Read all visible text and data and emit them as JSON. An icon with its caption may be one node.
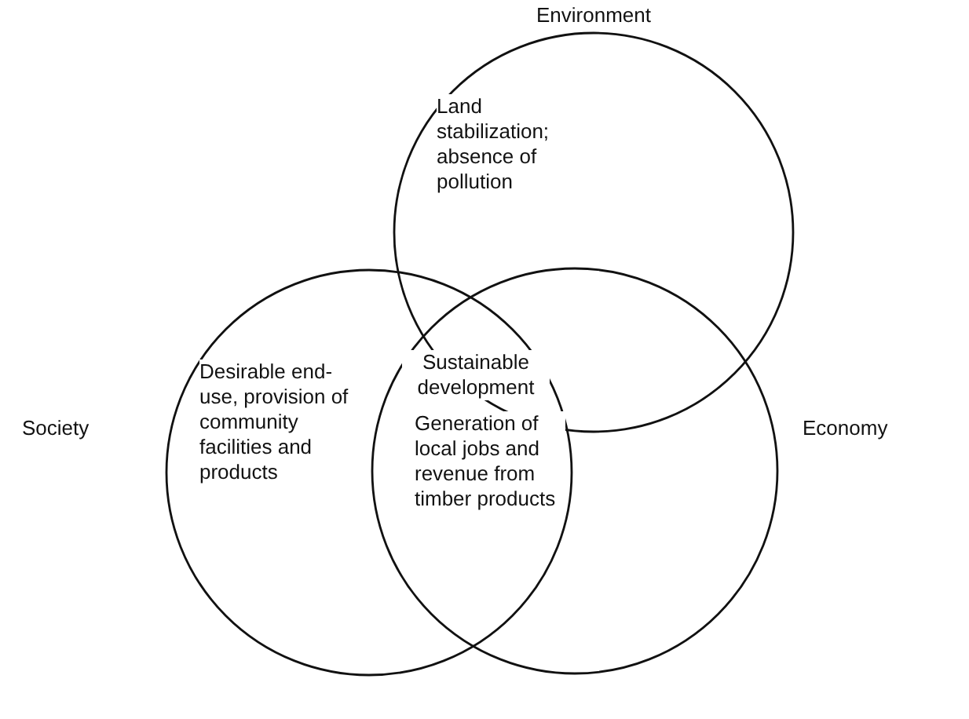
{
  "diagram": {
    "nodes": [
      {
        "text": [
          "Environment",
          "Land stabilization; absence of pollution"
        ]
      },
      {
        "text": [
          "Society",
          "Desirable end-use, provision of community facilities and products"
        ]
      },
      {
        "text": [
          "Generation of local jobs and revenue from timber products",
          "Economy"
        ]
      }
    ],
    "labels": [
      "Sustainable development"
    ]
  }
}
